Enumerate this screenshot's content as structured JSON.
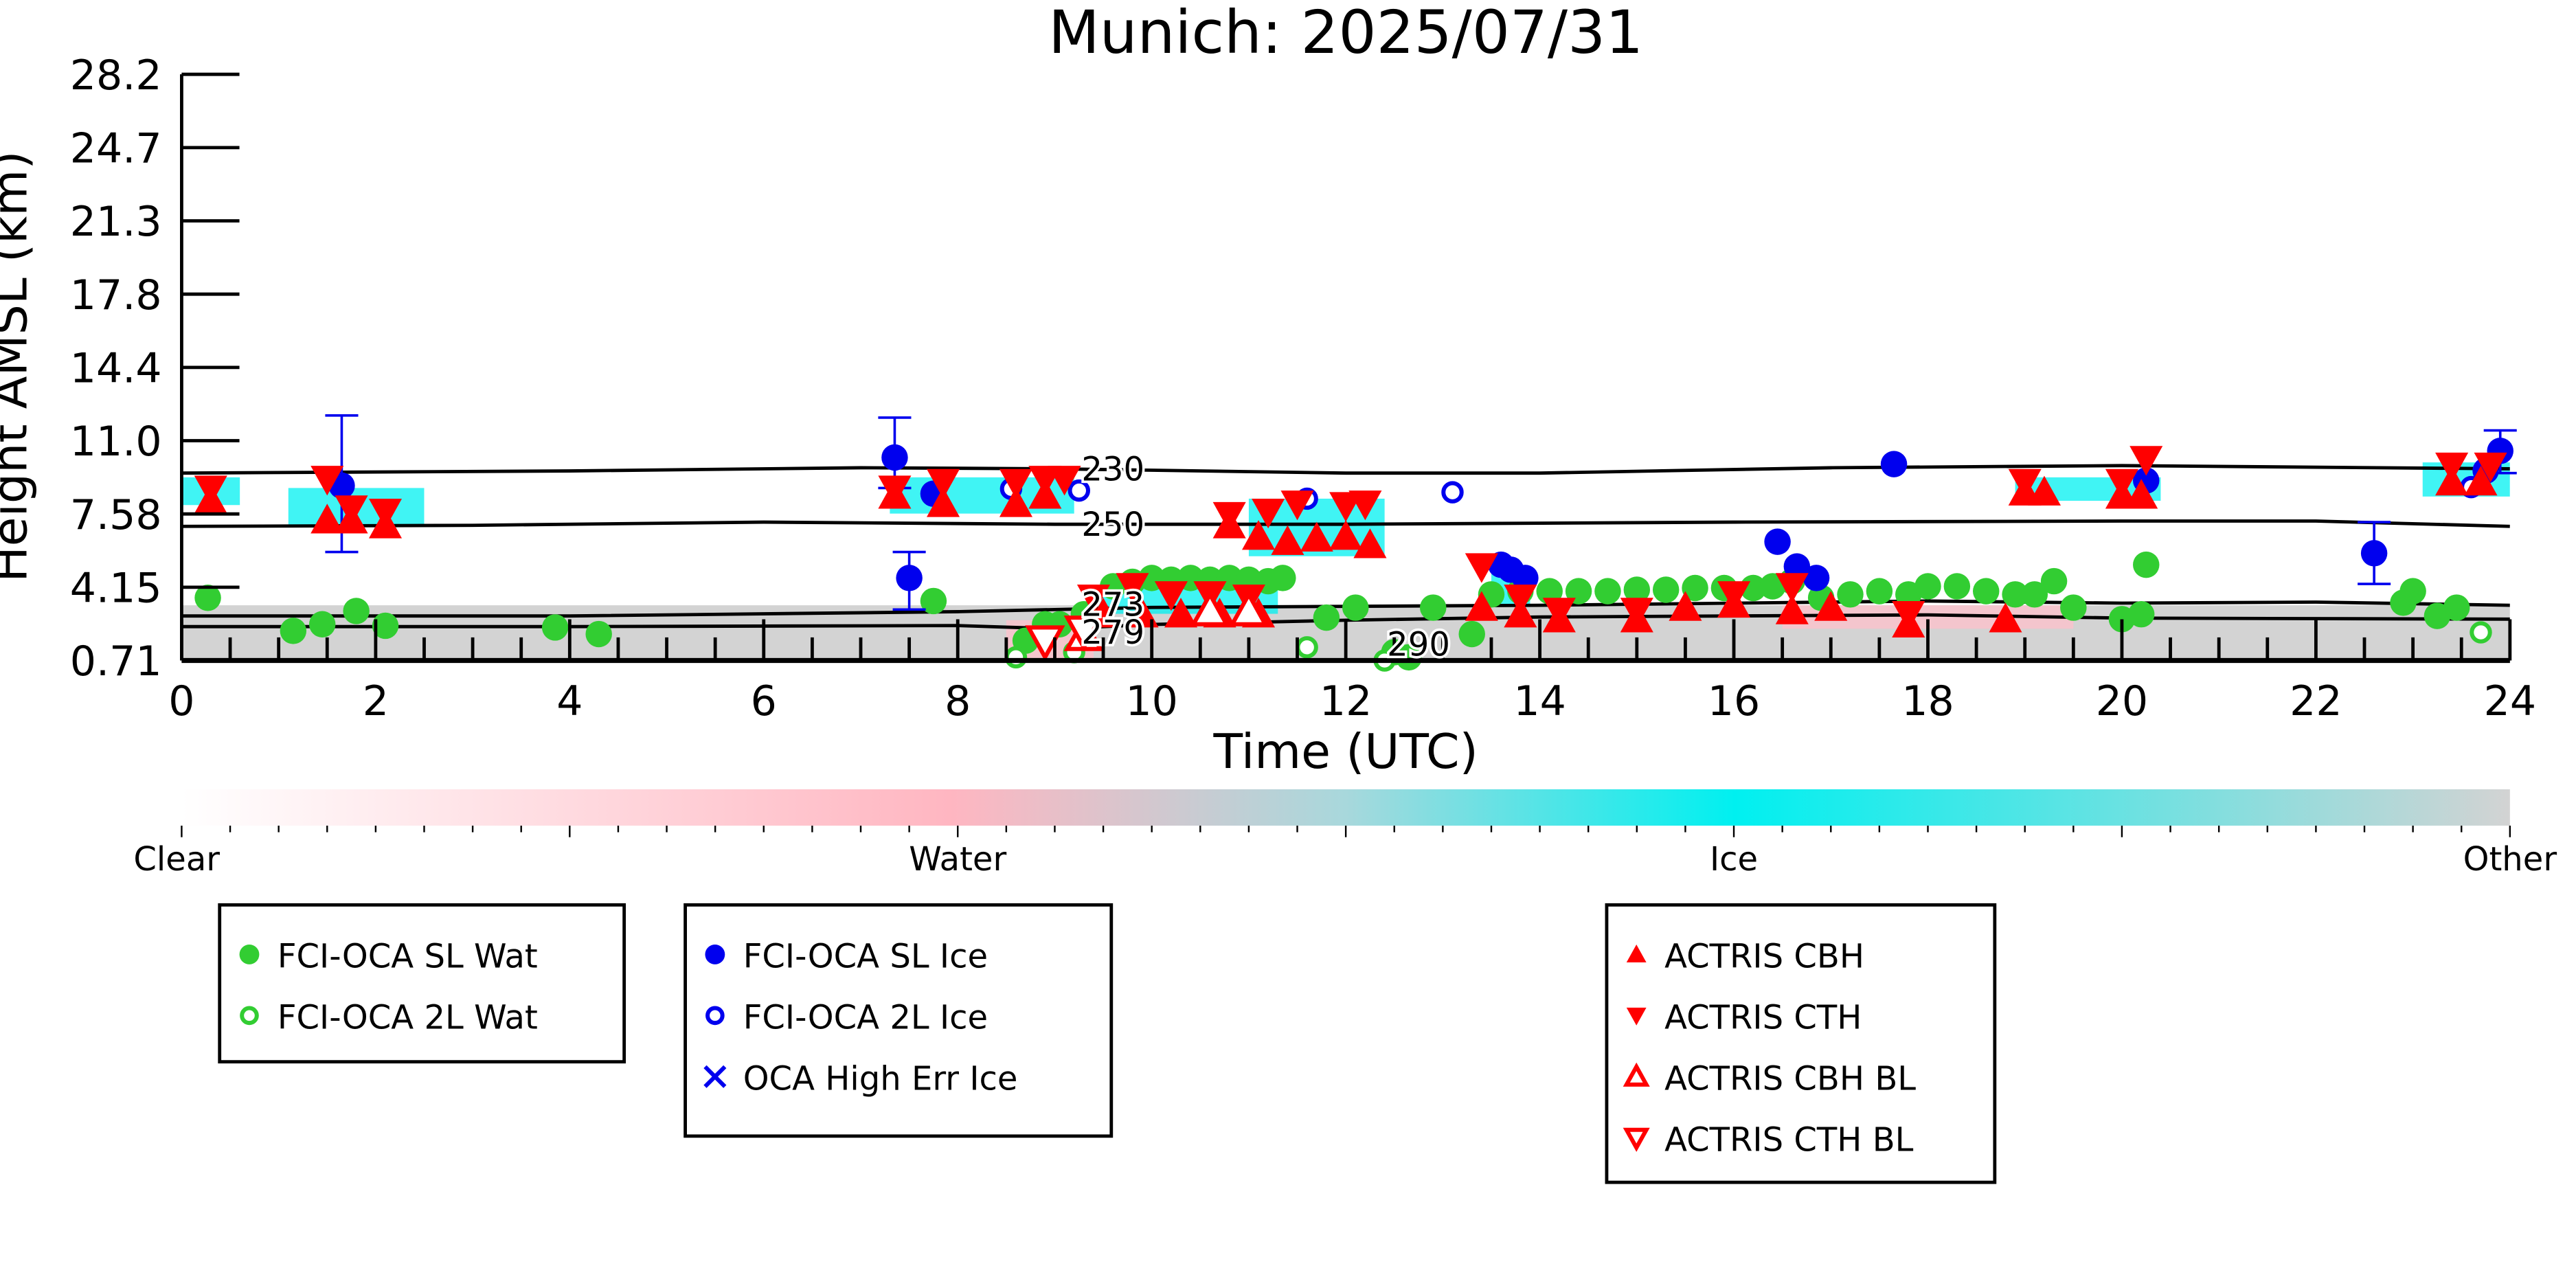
{
  "chart_data": {
    "type": "scatter",
    "title": "Munich: 2025/07/31",
    "xlabel": "Time (UTC)",
    "ylabel": "Height AMSL (km)",
    "xlim": [
      0,
      24
    ],
    "ylim": [
      0.71,
      28.2
    ],
    "xticks": [
      "0",
      "2",
      "4",
      "6",
      "8",
      "10",
      "12",
      "14",
      "16",
      "18",
      "20",
      "22",
      "24"
    ],
    "yticks": [
      "0.71",
      "4.15",
      "7.58",
      "11.0",
      "14.4",
      "17.8",
      "21.3",
      "24.7",
      "28.2"
    ],
    "colorbar": {
      "labels": [
        "Clear",
        "Water",
        "Ice",
        "Other"
      ],
      "colors": [
        "#ffffff",
        "#ffb6c1",
        "#00f0f0",
        "#d3d3d3"
      ]
    },
    "contours": [
      {
        "label": "230",
        "points": [
          [
            0,
            9.5
          ],
          [
            4,
            9.6
          ],
          [
            7,
            9.75
          ],
          [
            9,
            9.7
          ],
          [
            12,
            9.5
          ],
          [
            14,
            9.5
          ],
          [
            17,
            9.75
          ],
          [
            20,
            9.85
          ],
          [
            24,
            9.7
          ]
        ]
      },
      {
        "label": "250",
        "points": [
          [
            0,
            7.0
          ],
          [
            3,
            7.05
          ],
          [
            6,
            7.2
          ],
          [
            9,
            7.1
          ],
          [
            12,
            7.1
          ],
          [
            16,
            7.2
          ],
          [
            20,
            7.25
          ],
          [
            22,
            7.25
          ],
          [
            24,
            7.0
          ]
        ]
      },
      {
        "label": "273",
        "points": [
          [
            0,
            2.8
          ],
          [
            4,
            2.8
          ],
          [
            8,
            3.0
          ],
          [
            10,
            3.2
          ],
          [
            14,
            3.3
          ],
          [
            18,
            3.5
          ],
          [
            20,
            3.4
          ],
          [
            22,
            3.45
          ],
          [
            24,
            3.3
          ]
        ]
      },
      {
        "label": "279",
        "points": [
          [
            0,
            2.3
          ],
          [
            4,
            2.3
          ],
          [
            8,
            2.35
          ],
          [
            9,
            2.2
          ],
          [
            10,
            2.4
          ],
          [
            12,
            2.6
          ],
          [
            14,
            2.75
          ],
          [
            18,
            2.85
          ],
          [
            20,
            2.7
          ],
          [
            24,
            2.65
          ]
        ]
      }
    ],
    "contour_extra_label": "290",
    "cloud_mask": [
      {
        "type": "Other",
        "t0": 0,
        "t1": 24,
        "h0": 0.71,
        "h1": 3.3
      },
      {
        "type": "Ice",
        "t0": 0,
        "t1": 0.6,
        "h0": 8.0,
        "h1": 9.3
      },
      {
        "type": "Ice",
        "t0": 1.1,
        "t1": 2.5,
        "h0": 7.0,
        "h1": 8.8
      },
      {
        "type": "Ice",
        "t0": 7.3,
        "t1": 9.2,
        "h0": 7.6,
        "h1": 9.3
      },
      {
        "type": "Ice",
        "t0": 9.4,
        "t1": 11.3,
        "h0": 2.9,
        "h1": 4.2
      },
      {
        "type": "Ice",
        "t0": 11.0,
        "t1": 12.4,
        "h0": 5.6,
        "h1": 8.3
      },
      {
        "type": "Ice",
        "t0": 13.5,
        "t1": 13.9,
        "h0": 3.3,
        "h1": 5.0
      },
      {
        "type": "Ice",
        "t0": 18.9,
        "t1": 20.4,
        "h0": 8.2,
        "h1": 9.3
      },
      {
        "type": "Ice",
        "t0": 23.1,
        "t1": 24,
        "h0": 8.4,
        "h1": 10.0
      },
      {
        "type": "Water",
        "t0": 8.5,
        "t1": 9.4,
        "h0": 0.8,
        "h1": 2.6
      },
      {
        "type": "Water",
        "t0": 16.5,
        "t1": 19.5,
        "h0": 2.2,
        "h1": 3.3
      }
    ],
    "series": [
      {
        "name": "FCI-OCA SL Wat",
        "marker": "circle-filled",
        "color": "#32cd32",
        "points": [
          [
            0.27,
            3.65
          ],
          [
            1.15,
            2.1
          ],
          [
            1.45,
            2.41
          ],
          [
            1.8,
            3.03
          ],
          [
            2.1,
            2.34
          ],
          [
            3.85,
            2.26
          ],
          [
            4.3,
            1.95
          ],
          [
            7.75,
            3.5
          ],
          [
            8.7,
            1.64
          ],
          [
            8.9,
            2.41
          ],
          [
            9.05,
            2.41
          ],
          [
            9.3,
            2.88
          ],
          [
            9.6,
            4.19
          ],
          [
            9.8,
            4.4
          ],
          [
            10.0,
            4.58
          ],
          [
            10.2,
            4.5
          ],
          [
            10.4,
            4.58
          ],
          [
            10.6,
            4.5
          ],
          [
            10.8,
            4.58
          ],
          [
            11.0,
            4.5
          ],
          [
            11.2,
            4.43
          ],
          [
            11.35,
            4.58
          ],
          [
            11.8,
            2.72
          ],
          [
            12.1,
            3.19
          ],
          [
            12.5,
            1.1
          ],
          [
            12.65,
            0.86
          ],
          [
            12.9,
            3.19
          ],
          [
            13.3,
            1.95
          ],
          [
            13.5,
            3.81
          ],
          [
            13.8,
            3.96
          ],
          [
            14.1,
            3.96
          ],
          [
            14.4,
            3.96
          ],
          [
            14.7,
            3.96
          ],
          [
            15.0,
            4.03
          ],
          [
            15.3,
            4.03
          ],
          [
            15.6,
            4.11
          ],
          [
            15.9,
            4.11
          ],
          [
            16.2,
            4.11
          ],
          [
            16.4,
            4.19
          ],
          [
            16.6,
            4.43
          ],
          [
            16.9,
            3.65
          ],
          [
            17.2,
            3.81
          ],
          [
            17.5,
            3.96
          ],
          [
            17.8,
            3.81
          ],
          [
            18.0,
            4.19
          ],
          [
            18.3,
            4.19
          ],
          [
            18.6,
            3.96
          ],
          [
            18.9,
            3.81
          ],
          [
            19.1,
            3.81
          ],
          [
            19.3,
            4.43
          ],
          [
            19.5,
            3.19
          ],
          [
            20.0,
            2.65
          ],
          [
            20.2,
            2.88
          ],
          [
            20.25,
            5.2
          ],
          [
            22.9,
            3.42
          ],
          [
            23.0,
            3.96
          ],
          [
            23.25,
            2.8
          ],
          [
            23.45,
            3.19
          ]
        ]
      },
      {
        "name": "FCI-OCA 2L Wat",
        "marker": "circle-open",
        "color": "#32cd32",
        "points": [
          [
            8.6,
            0.86
          ],
          [
            9.2,
            1.1
          ],
          [
            11.6,
            1.33
          ],
          [
            12.4,
            0.71
          ],
          [
            23.7,
            2.03
          ]
        ]
      },
      {
        "name": "FCI-OCA SL Ice",
        "marker": "circle-filled",
        "color": "#0000ee",
        "points": [
          [
            1.65,
            8.91
          ],
          [
            7.35,
            10.23
          ],
          [
            7.5,
            4.58
          ],
          [
            7.75,
            8.53
          ],
          [
            13.6,
            5.2
          ],
          [
            13.7,
            4.97
          ],
          [
            13.85,
            4.58
          ],
          [
            16.45,
            6.28
          ],
          [
            16.65,
            5.12
          ],
          [
            16.85,
            4.58
          ],
          [
            17.65,
            9.92
          ],
          [
            20.25,
            9.15
          ],
          [
            22.6,
            5.74
          ],
          [
            23.75,
            9.61
          ],
          [
            23.9,
            10.54
          ]
        ],
        "errors": [
          [
            1.65,
            5.8,
            12.2
          ],
          [
            7.35,
            8.8,
            12.1
          ],
          [
            7.5,
            3.1,
            5.8
          ],
          [
            22.6,
            4.3,
            7.2
          ],
          [
            23.9,
            9.5,
            11.5
          ]
        ]
      },
      {
        "name": "FCI-OCA 2L Ice",
        "marker": "circle-open",
        "color": "#0000ee",
        "points": [
          [
            8.55,
            8.76
          ],
          [
            9.25,
            8.68
          ],
          [
            11.6,
            8.3
          ],
          [
            13.1,
            8.6
          ],
          [
            23.6,
            8.84
          ]
        ]
      },
      {
        "name": "OCA High Err Ice",
        "marker": "x",
        "color": "#0000ee",
        "points": []
      },
      {
        "name": "ACTRIS CBH",
        "marker": "triangle-up-filled",
        "color": "#ff0000",
        "points": [
          [
            0.3,
            8.22
          ],
          [
            1.5,
            7.29
          ],
          [
            1.75,
            7.29
          ],
          [
            2.1,
            7.06
          ],
          [
            7.35,
            8.45
          ],
          [
            7.85,
            8.06
          ],
          [
            8.6,
            8.06
          ],
          [
            8.9,
            8.45
          ],
          [
            10.8,
            7.06
          ],
          [
            11.1,
            6.52
          ],
          [
            11.4,
            6.28
          ],
          [
            11.7,
            6.44
          ],
          [
            12.0,
            6.52
          ],
          [
            12.25,
            6.13
          ],
          [
            9.5,
            2.88
          ],
          [
            9.9,
            2.88
          ],
          [
            10.3,
            2.88
          ],
          [
            10.7,
            2.88
          ],
          [
            11.1,
            2.88
          ],
          [
            13.4,
            3.19
          ],
          [
            13.8,
            2.88
          ],
          [
            14.2,
            2.65
          ],
          [
            15.0,
            2.65
          ],
          [
            15.5,
            3.19
          ],
          [
            16.0,
            3.34
          ],
          [
            16.6,
            3.03
          ],
          [
            17.0,
            3.19
          ],
          [
            17.8,
            2.41
          ],
          [
            18.8,
            2.65
          ],
          [
            19.0,
            8.6
          ],
          [
            19.2,
            8.6
          ],
          [
            20.0,
            8.45
          ],
          [
            20.2,
            8.45
          ],
          [
            23.4,
            9.07
          ],
          [
            23.7,
            9.07
          ]
        ]
      },
      {
        "name": "ACTRIS CTH",
        "marker": "triangle-down-filled",
        "color": "#ff0000",
        "points": [
          [
            0.3,
            8.76
          ],
          [
            1.5,
            9.22
          ],
          [
            1.75,
            7.83
          ],
          [
            2.1,
            7.68
          ],
          [
            7.35,
            8.76
          ],
          [
            7.85,
            9.07
          ],
          [
            8.6,
            9.07
          ],
          [
            8.9,
            9.22
          ],
          [
            9.1,
            9.22
          ],
          [
            10.8,
            7.52
          ],
          [
            11.2,
            7.68
          ],
          [
            11.5,
            8.06
          ],
          [
            12.0,
            7.99
          ],
          [
            12.2,
            8.06
          ],
          [
            9.4,
            3.65
          ],
          [
            9.8,
            4.19
          ],
          [
            10.2,
            3.81
          ],
          [
            10.6,
            3.81
          ],
          [
            11.0,
            3.65
          ],
          [
            13.4,
            5.12
          ],
          [
            13.8,
            3.65
          ],
          [
            14.2,
            3.03
          ],
          [
            15.0,
            3.03
          ],
          [
            16.0,
            3.81
          ],
          [
            16.6,
            4.19
          ],
          [
            17.8,
            2.88
          ],
          [
            19.0,
            9.07
          ],
          [
            20.0,
            9.07
          ],
          [
            20.25,
            10.15
          ],
          [
            23.4,
            9.84
          ],
          [
            23.8,
            9.84
          ]
        ]
      },
      {
        "name": "ACTRIS CBH BL",
        "marker": "triangle-up-open",
        "color": "#ff0000",
        "points": [
          [
            10.6,
            3.03
          ],
          [
            11.0,
            3.03
          ],
          [
            9.3,
            1.87
          ]
        ]
      },
      {
        "name": "ACTRIS CTH BL",
        "marker": "triangle-down-open",
        "color": "#ff0000",
        "points": [
          [
            8.9,
            1.64
          ],
          [
            9.3,
            2.1
          ]
        ]
      }
    ],
    "legends": [
      [
        "FCI-OCA SL Wat",
        "FCI-OCA 2L Wat"
      ],
      [
        "FCI-OCA SL Ice",
        "FCI-OCA 2L Ice",
        "OCA High Err Ice"
      ],
      [
        "ACTRIS CBH",
        "ACTRIS CTH",
        "ACTRIS CBH BL",
        "ACTRIS CTH BL"
      ]
    ]
  }
}
